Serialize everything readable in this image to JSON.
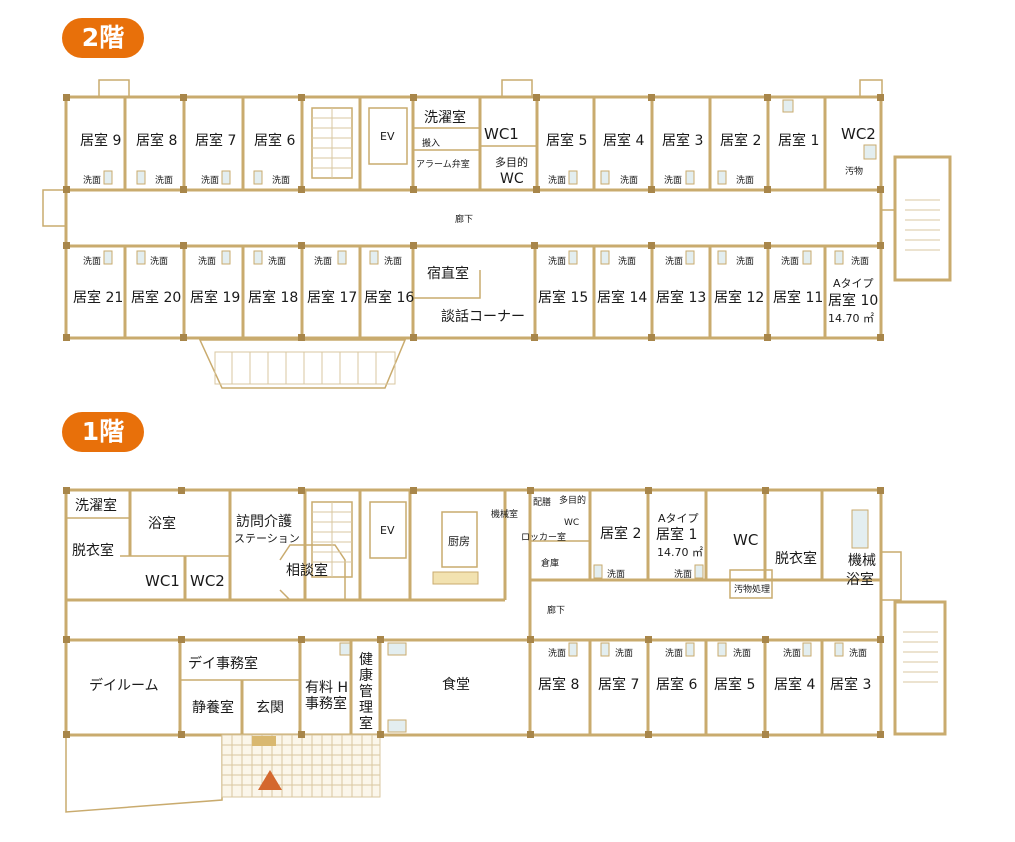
{
  "floors": {
    "f2": {
      "badge": "2階"
    },
    "f1": {
      "badge": "1階"
    }
  },
  "f2": {
    "rooms_top": [
      "居室 9",
      "居室 8",
      "居室 7",
      "居室 6",
      "居室 5",
      "居室 4",
      "居室 3",
      "居室 2",
      "居室 1"
    ],
    "rooms_bottom": [
      "居室 21",
      "居室 20",
      "居室 19",
      "居室 18",
      "居室 17",
      "居室 16",
      "居室 15",
      "居室 14",
      "居室 13",
      "居室 12",
      "居室 11"
    ],
    "ev": "EV",
    "laundry": "洗濯室",
    "carry_in": "搬入",
    "alarm": "アラーム弁室",
    "wc1": "WC1",
    "multi_wc_1": "多目的",
    "multi_wc_2": "WC",
    "wc2": "WC2",
    "dirty": "汚物",
    "corridor": "廊下",
    "night_room": "宿直室",
    "lounge": "談話コーナー",
    "a_type": "Aタイプ",
    "room10": "居室 10",
    "area": "14.70 ㎡",
    "sink": "洗面"
  },
  "f1": {
    "laundry": "洗濯室",
    "bath": "浴室",
    "dressing": "脱衣室",
    "wc1": "WC1",
    "wc2": "WC2",
    "visit_care_1": "訪問介護",
    "visit_care_2": "ステーション",
    "consult": "相談室",
    "ev": "EV",
    "kitchen": "厨房",
    "machine_room": "機械室",
    "office_mini": "配膳",
    "multi_wc_1": "多目的",
    "multi_wc_2": "WC",
    "locker": "ロッカー室",
    "storage": "倉庫",
    "room2": "居室 2",
    "a_type": "Aタイプ",
    "room1": "居室 1",
    "area": "14.70 ㎡",
    "wc": "WC",
    "dressing2": "脱衣室",
    "mech_bath_1": "機械",
    "mech_bath_2": "浴室",
    "dirty": "汚物処理",
    "corridor": "廊下",
    "dayroom": "デイルーム",
    "day_office": "デイ事務室",
    "rest": "静養室",
    "entrance": "玄関",
    "h_office_1": "有料 H",
    "h_office_2": "事務室",
    "health_1": "健",
    "health_2": "康",
    "health_3": "管",
    "health_4": "理",
    "health_5": "室",
    "dining": "食堂",
    "rooms_bottom": [
      "居室 8",
      "居室 7",
      "居室 6",
      "居室 5",
      "居室 4",
      "居室 3"
    ],
    "sink": "洗面"
  },
  "colors": {
    "wall": "#c9ab6e",
    "badge": "#e8700a",
    "post": "#a8864a",
    "entrance_arrow": "#d4682e"
  }
}
